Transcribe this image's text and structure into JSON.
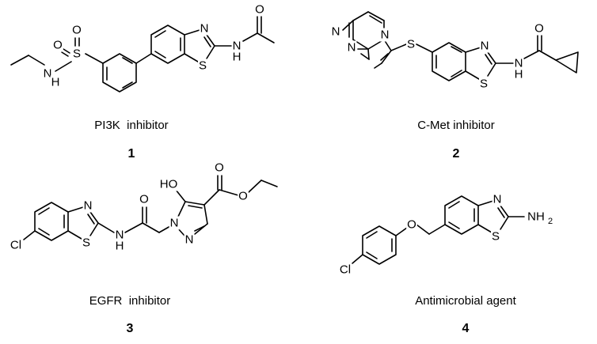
{
  "compounds": [
    {
      "caption": "PI3K  inhibitor",
      "number": "1",
      "atoms": {
        "O1": "O",
        "O2": "O",
        "S1": "S",
        "N1": "N",
        "H1": "H",
        "N2": "N",
        "S2": "S",
        "N3": "N",
        "H2": "H",
        "O3": "O"
      }
    },
    {
      "caption": "C-Met inhibitor",
      "number": "2",
      "atoms": {
        "N1": "N",
        "N2": "N",
        "N3": "N",
        "S1": "S",
        "N4": "N",
        "S2": "S",
        "N5": "N",
        "H1": "H",
        "O1": "O"
      }
    },
    {
      "caption": "EGFR  inhibitor",
      "number": "3",
      "atoms": {
        "Cl": "Cl",
        "N1": "N",
        "S1": "S",
        "N2": "N",
        "H1": "H",
        "O1": "O",
        "N3": "N",
        "N4": "N",
        "HO": "HO",
        "O2": "O",
        "O3": "O"
      }
    },
    {
      "caption": "Antimicrobial agent",
      "number": "4",
      "atoms": {
        "Cl": "Cl",
        "O1": "O",
        "N1": "N",
        "S1": "S",
        "NH": "NH",
        "sub2": "2"
      }
    }
  ]
}
